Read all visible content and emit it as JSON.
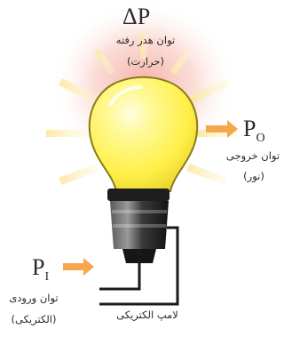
{
  "heat": {
    "symbol": "ΔP",
    "caption_line1": "توان هدر رفته",
    "caption_line2": "(حرارت)"
  },
  "output": {
    "symbol": "P",
    "subscript": "O",
    "caption_line1": "توان خروجی",
    "caption_line2": "(نور)"
  },
  "input": {
    "symbol": "P",
    "subscript": "I",
    "caption_line1": "توان ورودی",
    "caption_line2": "(الکتریکی)"
  },
  "lamp": {
    "caption": "لامپ الکتریکی"
  },
  "colors": {
    "arrow": "#f6a64c",
    "bulb_glass": "#fff04a",
    "bulb_outline": "#8a7a18",
    "glow": "#f7c9c2",
    "rays": "#fbe9a3",
    "base": "#1e1e1e",
    "wire": "#1a1a1a"
  }
}
